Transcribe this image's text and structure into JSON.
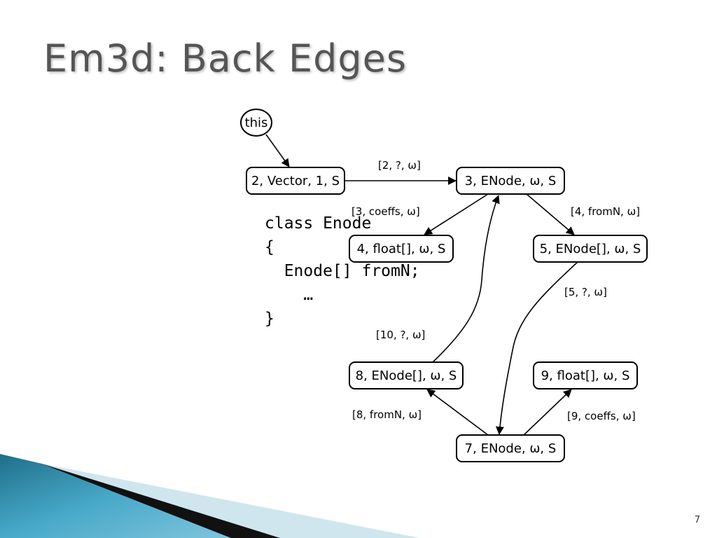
{
  "slide": {
    "title": "Em3d: Back Edges",
    "page_number": "7"
  },
  "diagram": {
    "nodes": {
      "this": "this",
      "n2": "2, Vector, 1, S",
      "n3": "3, ENode, ω, S",
      "n4": "4, float[], ω, S",
      "n5": "5, ENode[], ω, S",
      "n8": "8, ENode[], ω, S",
      "n9": "9, float[], ω, S",
      "n7": "7, ENode, ω, S"
    },
    "edges": {
      "e2_3": "[2, ?, ω]",
      "e3_4": "[3, coeffs, ω]",
      "e3_5": "[4, fromN, ω]",
      "e5_7": "[5, ?, ω]",
      "e8_3": "[10, ?, ω]",
      "e7_8": "[8, fromN, ω]",
      "e7_9": "[9, coeffs, ω]"
    }
  },
  "code": {
    "lines": [
      "class Enode",
      "{",
      "  Enode[] fromN;",
      "    …",
      "}"
    ]
  },
  "colors": {
    "title": "#555555",
    "decoration_dark": "#1e6f8a",
    "decoration_light": "#cfe6ef"
  }
}
